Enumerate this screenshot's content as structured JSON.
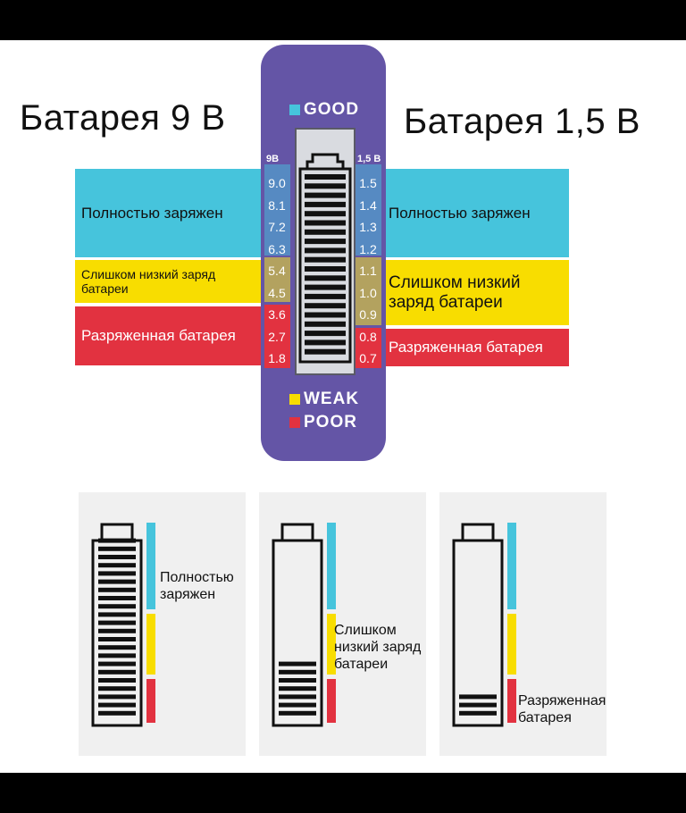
{
  "titles": {
    "left": "Батарея 9 В",
    "right": "Батарея 1,5 В"
  },
  "levels": {
    "full": "Полностью заряжен",
    "low": "Слишком низкий заряд батареи",
    "low_line1": "Слишком низкий заряд",
    "low_line2": "батареи",
    "low_right_line1": "Слишком низкий",
    "low_right_line2": "заряд батареи",
    "dead": "Разряженная батарея"
  },
  "device": {
    "good": "GOOD",
    "weak": "WEAK",
    "poor": "POOR",
    "col_9v": "9B",
    "col_15v": "1,5 B",
    "scale_9v": [
      "9.0",
      "8.1",
      "7.2",
      "6.3",
      "5.4",
      "4.5",
      "3.6",
      "2.7",
      "1.8"
    ],
    "scale_15v": [
      "1.5",
      "1.4",
      "1.3",
      "1.2",
      "1.1",
      "1.0",
      "0.9",
      "0.8",
      "0.7"
    ]
  },
  "cards": [
    {
      "label_lines": [
        "Полностью",
        "заряжен"
      ],
      "filled_segments": 1.0
    },
    {
      "label_lines": [
        "Слишком",
        "низкий заряд",
        "батареи"
      ],
      "filled_segments": 0.3
    },
    {
      "label_lines": [
        "Разряженная",
        "батарея"
      ],
      "filled_segments": 0.13
    }
  ],
  "colors": {
    "cyan": "#46c4dc",
    "yellow": "#f8dd00",
    "red": "#e23240",
    "purple": "#6455a6"
  }
}
